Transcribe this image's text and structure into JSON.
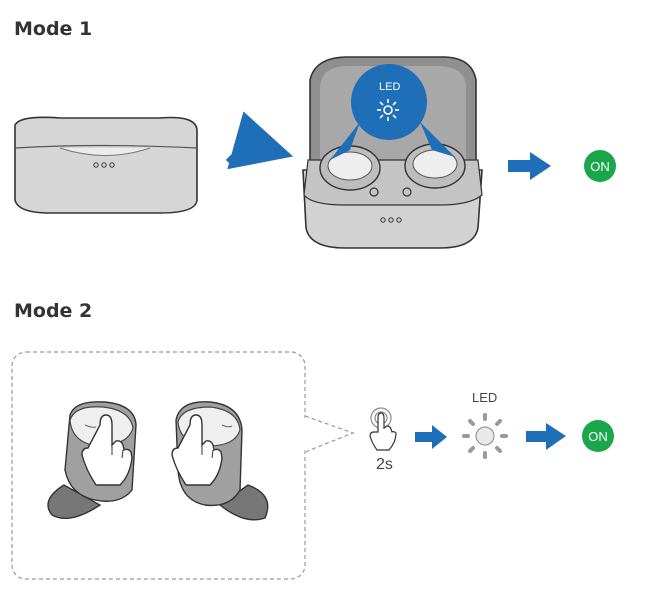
{
  "mode1": {
    "title": "Mode 1",
    "led_label": "LED",
    "result": "ON"
  },
  "mode2": {
    "title": "Mode 2",
    "press_duration": "2s",
    "led_label": "LED",
    "result": "ON"
  },
  "colors": {
    "accent_blue": "#1e6fb8",
    "on_green": "#1aa64a",
    "device_gray": "#b9b9b9"
  }
}
